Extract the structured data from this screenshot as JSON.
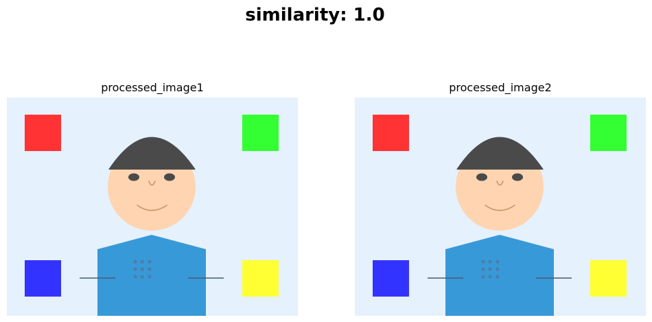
{
  "figure": {
    "title": "similarity: 1.0"
  },
  "panels": [
    {
      "title": "processed_image1"
    },
    {
      "title": "processed_image2"
    }
  ],
  "colors": {
    "background": "#e5f1fc",
    "square_top_left": "#ff3333",
    "square_top_right": "#33ff33",
    "square_bottom_left": "#3333ff",
    "square_bottom_right": "#ffff33",
    "hair": "#4a4a4a",
    "face": "#ffd4b0",
    "eyes": "#4a4a4a",
    "mouth": "#c8946a",
    "body": "#3899d8",
    "body_dots": "#4a7fa8",
    "arm_lines": "#4a5a70"
  }
}
